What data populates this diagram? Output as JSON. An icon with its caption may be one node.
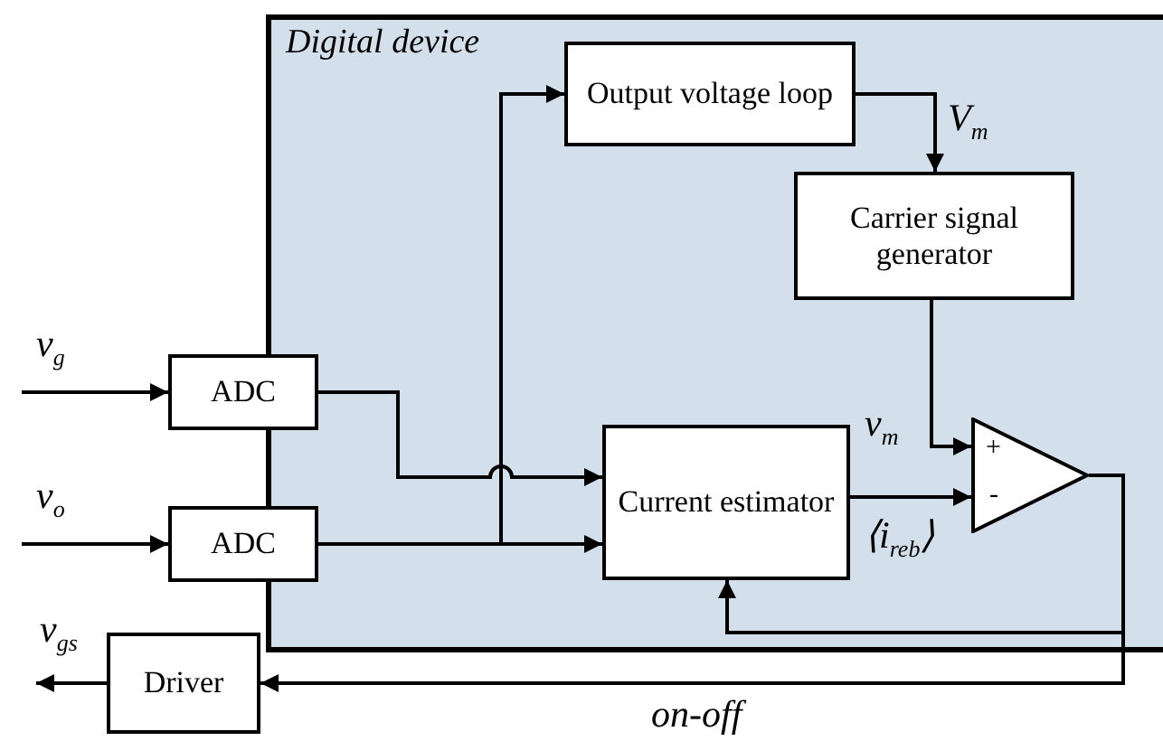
{
  "diagram": {
    "nodes": [
      {
        "text": [
          "Digital device"
        ]
      },
      {
        "text": [
          "Output voltage loop"
        ],
        "in": 0
      },
      {
        "text": [
          "Carrier signal generator"
        ],
        "in": 0
      },
      {
        "text": [
          "ADC"
        ]
      },
      {
        "text": [
          "ADC"
        ]
      },
      {
        "text": [
          "Current estimator"
        ],
        "in": 0
      },
      {
        "text": [
          "+",
          "-"
        ],
        "in": 0
      },
      {
        "text": [
          "Driver"
        ]
      }
    ],
    "edges": [
      {
        "from": null,
        "to": 3,
        "arrow": "to",
        "label": "v$_{g}$"
      },
      {
        "from": null,
        "to": 4,
        "arrow": "to",
        "label": "v$_{o}$"
      },
      {
        "from": 3,
        "to": 5,
        "arrow": "to"
      },
      {
        "from": 4,
        "to": 5,
        "arrow": "to"
      },
      {
        "from": 4,
        "to": 1,
        "arrow": "to"
      },
      {
        "from": 1,
        "to": 2,
        "arrow": "to",
        "label": "V$_{m}$"
      },
      {
        "from": 2,
        "to": 6,
        "arrow": "to",
        "label": "v$_{m}$"
      },
      {
        "from": 5,
        "to": 6,
        "arrow": "to",
        "label": "⟨i$_{reb}$⟩"
      },
      {
        "from": 6,
        "to": 5,
        "arrow": "to"
      },
      {
        "from": 6,
        "to": 7,
        "arrow": "to",
        "label": "on-off"
      },
      {
        "from": 7,
        "to": null,
        "arrow": "to",
        "label": "v$_{gs}$"
      }
    ]
  }
}
